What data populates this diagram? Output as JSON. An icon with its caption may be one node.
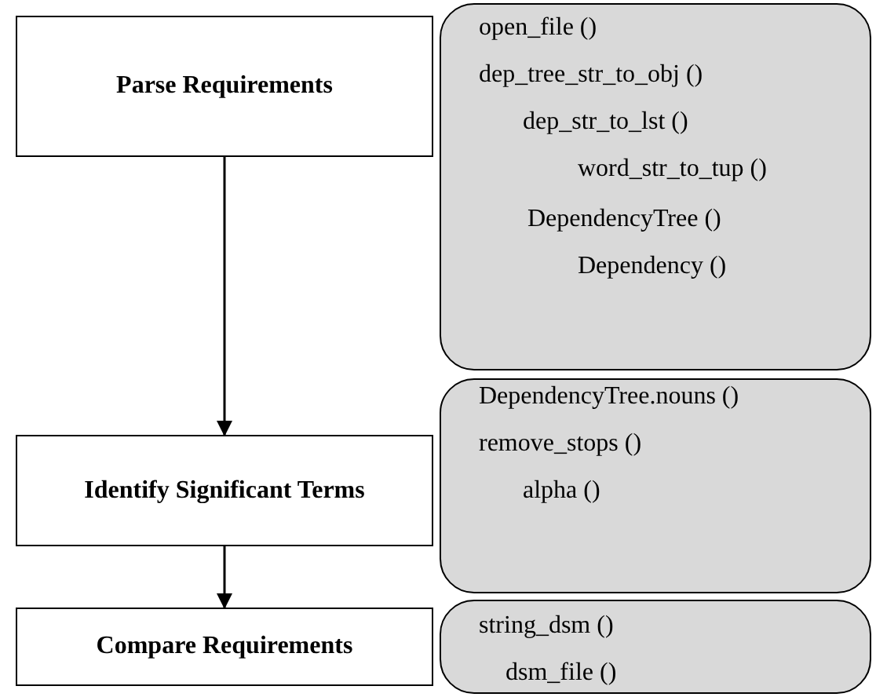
{
  "diagram": {
    "nodes": [
      {
        "text": [
          "Parse Requirements"
        ]
      },
      {
        "text": [
          "open_file ()",
          "dep_tree_str_to_obj ()",
          "dep_str_to_lst ()",
          "word_str_to_tup ()",
          "DependencyTree ()",
          "Dependency ()"
        ]
      },
      {
        "text": [
          "Identify Significant Terms"
        ]
      },
      {
        "text": [
          "DependencyTree.nouns ()",
          "remove_stops ()",
          "alpha ()"
        ]
      },
      {
        "text": [
          "Compare Requirements"
        ]
      },
      {
        "text": [
          "string_dsm ()",
          "dsm_file ()"
        ]
      }
    ],
    "edges": [
      {
        "from": 0,
        "to": 2,
        "arrow": "to"
      },
      {
        "from": 2,
        "to": 4,
        "arrow": "to"
      }
    ]
  }
}
